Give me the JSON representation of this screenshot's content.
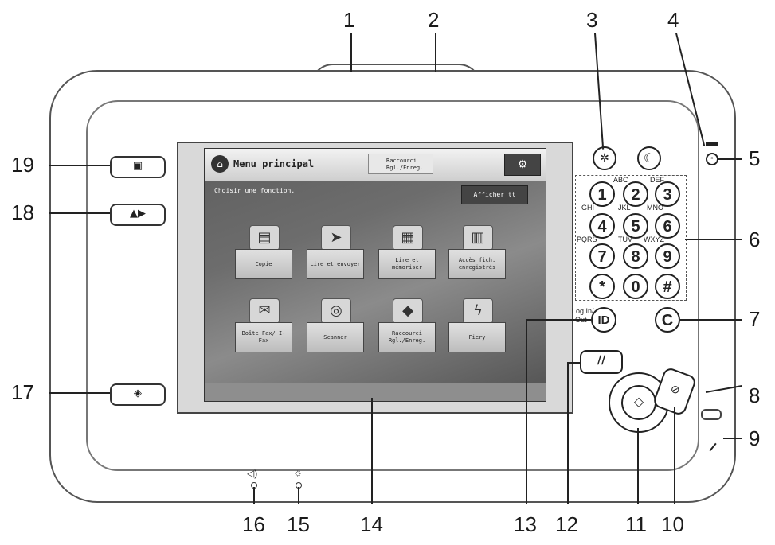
{
  "callouts": [
    "1",
    "2",
    "3",
    "4",
    "5",
    "6",
    "7",
    "8",
    "9",
    "10",
    "11",
    "12",
    "13",
    "14",
    "15",
    "16",
    "17",
    "18",
    "19"
  ],
  "screen": {
    "title": "Menu principal",
    "shortcut_line1": "Raccourci",
    "shortcut_line2": "Rgl./Enreg.",
    "choose_text": "Choisir une fonction.",
    "show_all": "Afficher tt",
    "functions": [
      {
        "label": "Copie",
        "icon": "copier-icon"
      },
      {
        "label": "Lire et envoyer",
        "icon": "paper-plane-icon"
      },
      {
        "label": "Lire et mémoriser",
        "icon": "scan-store-icon"
      },
      {
        "label": "Accès fich. enregistrés",
        "icon": "stored-files-icon"
      },
      {
        "label": "Boîte Fax/ I-Fax",
        "icon": "fax-box-icon"
      },
      {
        "label": "Scanner",
        "icon": "scanner-icon"
      },
      {
        "label": "Raccourci Rgl./Enreg.",
        "icon": "shortcut-icon"
      },
      {
        "label": "Fiery",
        "icon": "fiery-icon"
      }
    ]
  },
  "keypad": {
    "keys": [
      "1",
      "2",
      "3",
      "4",
      "5",
      "6",
      "7",
      "8",
      "9",
      "*",
      "0",
      "#"
    ],
    "letters": [
      "ABC",
      "DEF",
      "GHI",
      "JKL",
      "MNO",
      "PQRS",
      "TUV",
      "WXYZ"
    ],
    "clear": "C",
    "id": "ID",
    "log_in_out_line1": "Log In/",
    "log_in_out_line2": "Out"
  }
}
